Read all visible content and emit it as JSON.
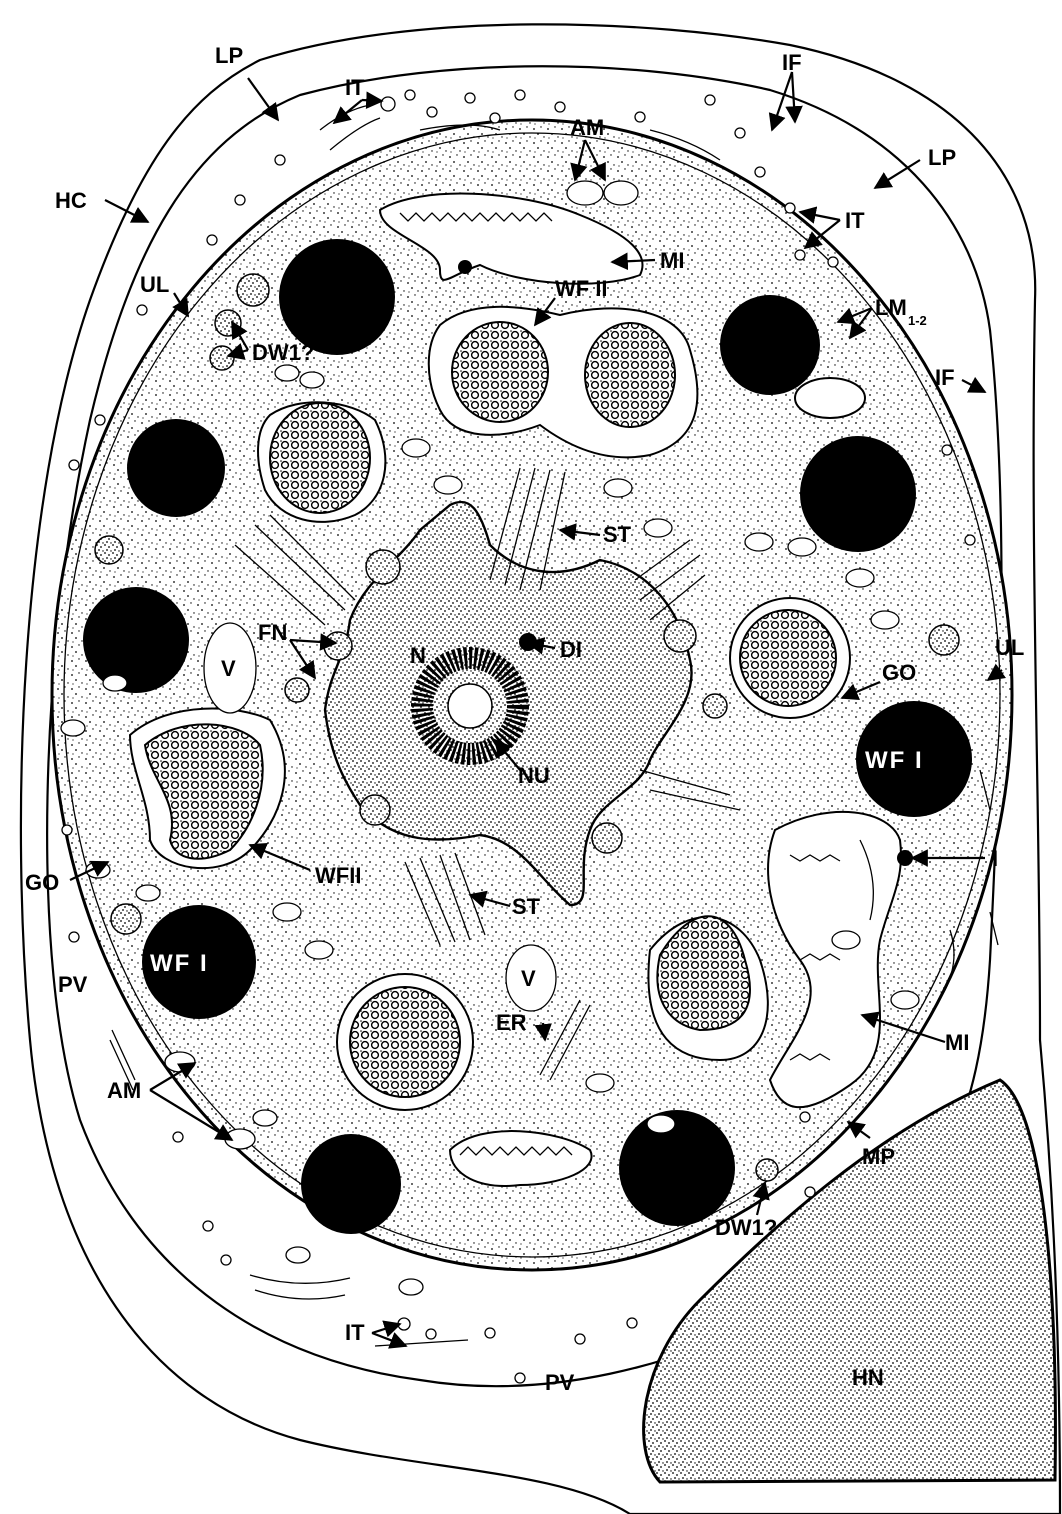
{
  "colors": {
    "ink": "#000000",
    "paper": "#ffffff"
  },
  "labels": {
    "lp": "LP",
    "it": "IT",
    "if": "IF",
    "am": "AM",
    "hc": "HC",
    "mi": "MI",
    "ul": "UL",
    "wf2": "WF II",
    "wf2b": "WFII",
    "lm": "LM",
    "lm_sub": "1-2",
    "dw1": "DW1?",
    "st": "ST",
    "fn": "FN",
    "n": "N",
    "di": "DI",
    "v": "V",
    "go": "GO",
    "wf1": "WF I",
    "nu": "NU",
    "i": "I",
    "pv": "PV",
    "er": "ER",
    "mp": "MP",
    "hn": "HN"
  }
}
